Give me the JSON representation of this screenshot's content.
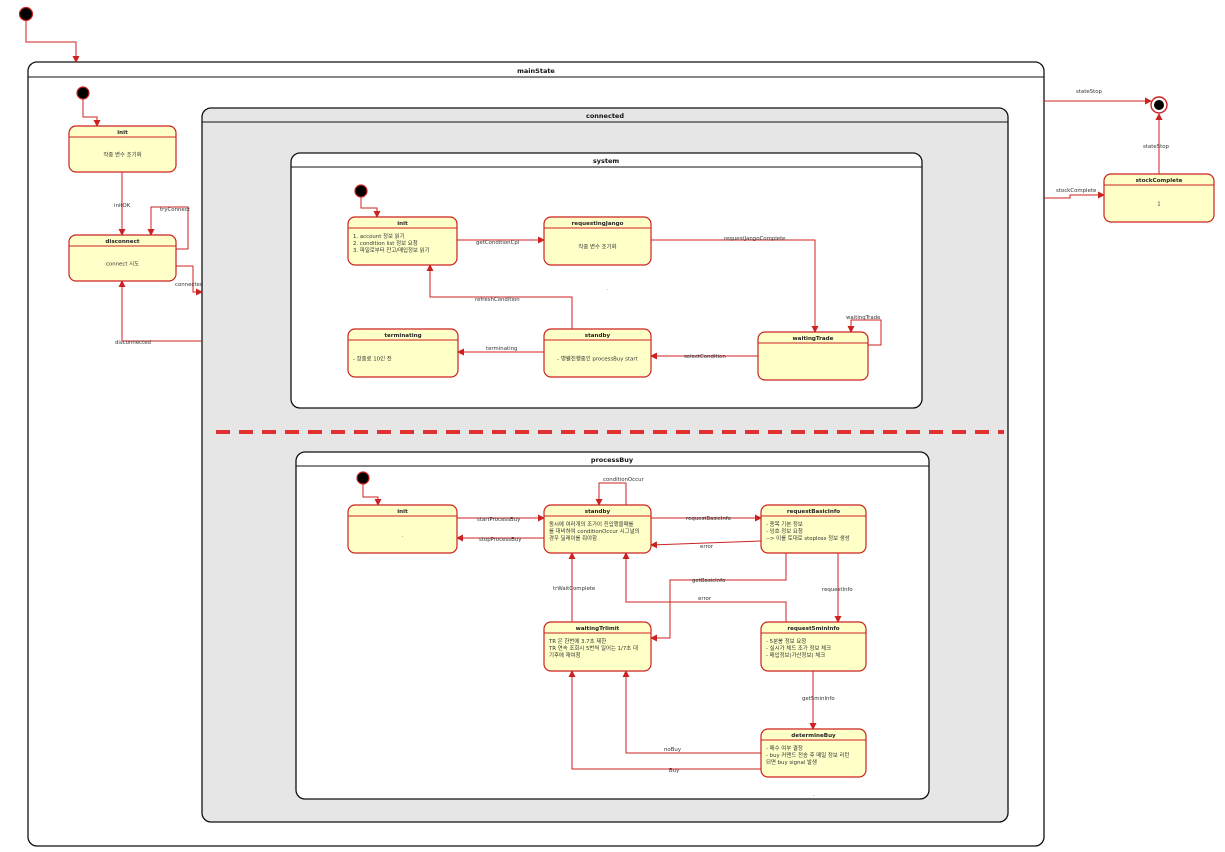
{
  "containers": {
    "main": {
      "title": "mainState"
    },
    "connected": {
      "title": "connected"
    },
    "system": {
      "title": "system"
    },
    "process": {
      "title": "processBuy"
    }
  },
  "states": {
    "main_init": {
      "name": "init",
      "lines": [
        "작중 변수 조기화"
      ]
    },
    "disconnect": {
      "name": "disconnect",
      "lines": [
        "connect 시도"
      ]
    },
    "stock_complete": {
      "name": "stockComplete",
      "lines": [
        "1"
      ]
    },
    "sys_init": {
      "name": "init",
      "lines": [
        "1. account 정보 읽기",
        "2. condition list 정보 요청",
        "3. 파일로부터 잔고/매입정보 읽기"
      ]
    },
    "sys_jango": {
      "name": "requestingJango",
      "lines": [
        "작중 변수 조기화"
      ]
    },
    "sys_wait": {
      "name": "waitingTrade",
      "lines": []
    },
    "sys_standby": {
      "name": "standby",
      "lines": [
        "- 병렬진행중인 processBuy start"
      ]
    },
    "sys_term": {
      "name": "terminating",
      "lines": [
        "- 장종료 10인 전"
      ]
    },
    "pb_init": {
      "name": "init",
      "lines": [
        "."
      ]
    },
    "pb_standby": {
      "name": "standby",
      "lines": [
        "동시에 여러개의 조가이 진입했을때를",
        "를 대비하여 conditionOccur 시그널의",
        "경우 딜레이를 줘야함"
      ]
    },
    "pb_basic": {
      "name": "requestBasicInfo",
      "lines": [
        "- 종목 기본 정보",
        "- 잉호 정보 요청",
        "--> 이를 토대로 stoploss 정보 생성"
      ]
    },
    "pb_5min": {
      "name": "request5minInfo",
      "lines": [
        "- 5분봉 정보 요청",
        "- 실시가 체드 조가 정보 체크",
        "- 매입정보(가산정보) 체크"
      ]
    },
    "pb_wait": {
      "name": "waitingTrlimit",
      "lines": [
        "TR 은 한번에 3.7초 제한",
        "TR 연속 조회시 5번씩 일어는 1/7초 대",
        "기후에 재여청"
      ]
    },
    "pb_determine": {
      "name": "determineBuy",
      "lines": [
        "- 매수 여부 결정",
        "- buy 커맨드 전송 후 매일 정보 리턴",
        "되면 buy signal 발생"
      ]
    }
  },
  "transitions": {
    "stateStop_top": "stateStop",
    "stateStop_right": "stateStop",
    "stockComplete": "stockComplete",
    "initOK": "initOK",
    "tryConnect": "tryConnect",
    "connected": "connected",
    "disconnected": "disconnected",
    "getConditionCpl": "getConditionCpl",
    "requestJangoComplete": "requestJangoComplete",
    "waitingTrade": "waitingTrade",
    "selectCondition": "selectCondition",
    "refreshCondition": "refreshCondition",
    "terminating": "terminating",
    "sys_dot": ".",
    "startProcessBuy": "startProcessBuy",
    "stopProcessBuy": "stopProcessBuy",
    "conditionOccur": "conditionOccur",
    "requestBasicInfo": "requestBasicInfo",
    "error1": "error",
    "error2": "error",
    "getBasicInfo": "getBasicInfo",
    "requestInfo": "requestInfo",
    "trWaitComplete": "trWaitComplete",
    "get5minInfo": "get5minInfo",
    "noBuy": "noBuy",
    "buy": "Buy",
    "pb_dot": "."
  },
  "colors": {
    "state_fill": "#ffffc8",
    "state_border": "#cc2222",
    "edge": "#cc2222",
    "connected_fill": "#e6e6e6",
    "divider": "#e03030"
  }
}
